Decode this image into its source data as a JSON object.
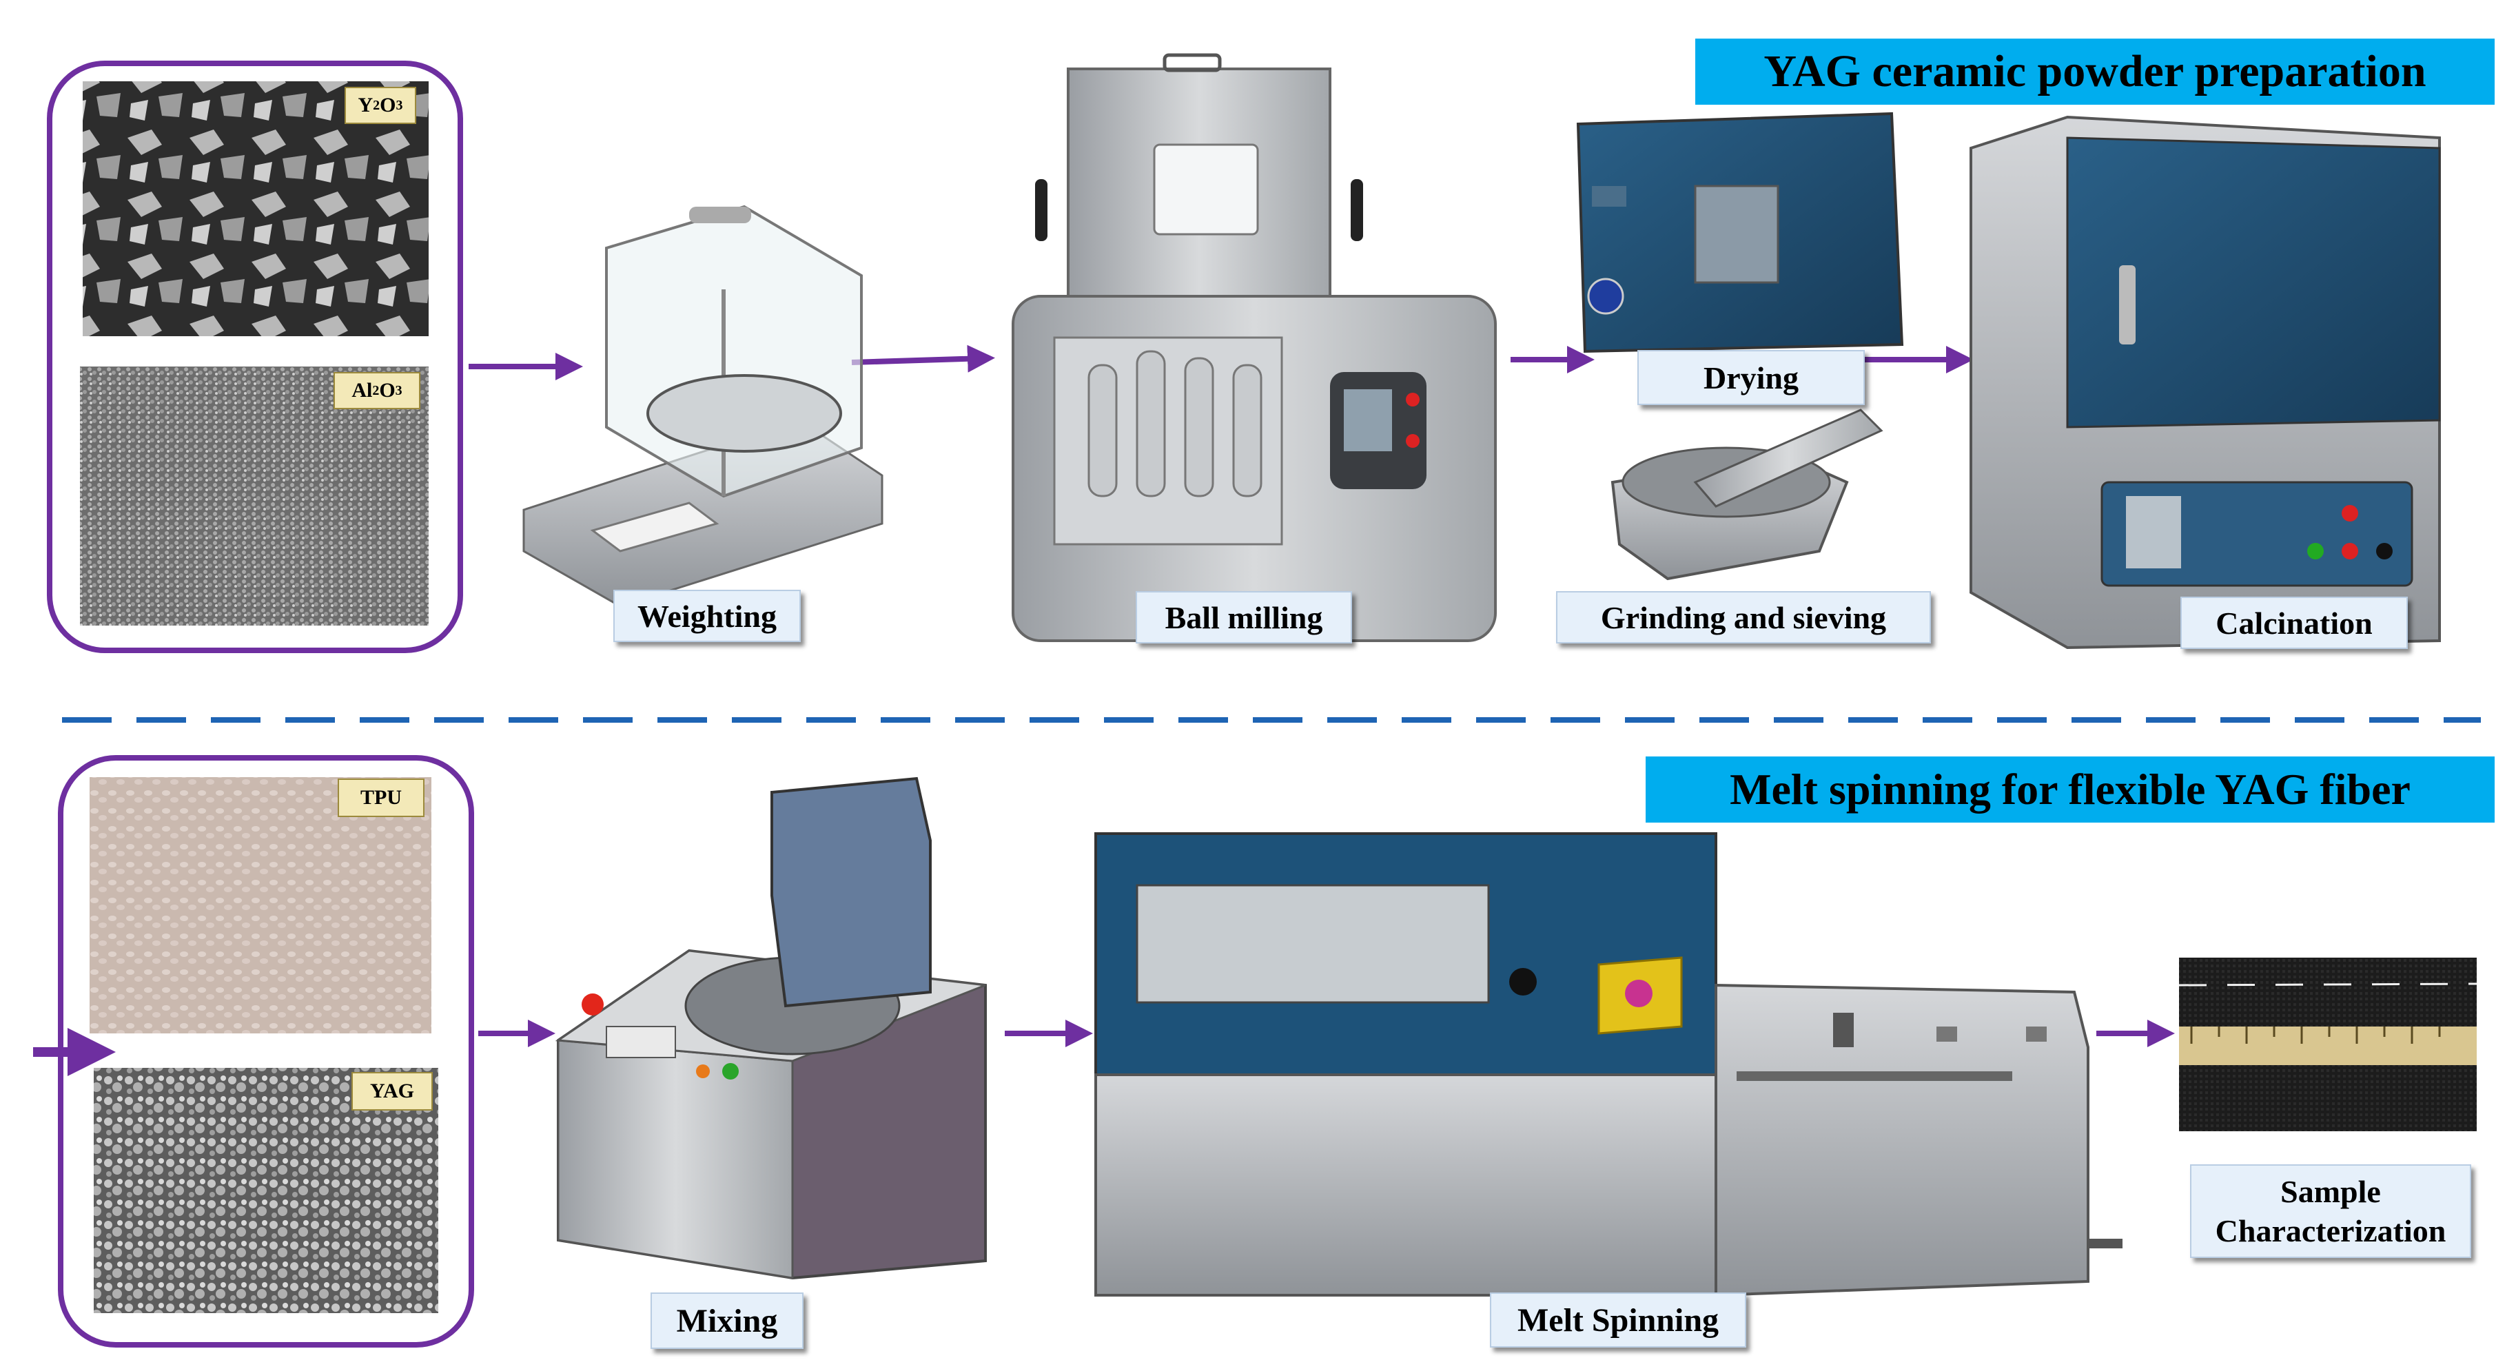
{
  "colors": {
    "accent_purple": "#6e2fa0",
    "banner_blue": "#00adee",
    "divider_blue": "#1e64b4",
    "machine_blue": "#1f4f73",
    "machine_gray": "#b9bcc0"
  },
  "section_titles": {
    "top": "YAG ceramic powder preparation",
    "bottom": "Melt spinning for flexible YAG fiber"
  },
  "raw_materials": {
    "top": [
      {
        "tag_main_1": "Y",
        "tag_sub_1": "2",
        "tag_main_2": "O",
        "tag_sub_2": "3",
        "image": "sem-micrograph-y2o3"
      },
      {
        "tag_main_1": "Al",
        "tag_sub_1": "2",
        "tag_main_2": "O",
        "tag_sub_2": "3",
        "image": "sem-micrograph-al2o3"
      }
    ],
    "bottom": [
      {
        "tag": "TPU",
        "image": "tpu-pellets-photo"
      },
      {
        "tag": "YAG",
        "image": "sem-micrograph-yag"
      }
    ]
  },
  "steps": {
    "weighting": "Weighting",
    "ball_milling": "Ball milling",
    "drying": "Drying",
    "grinding": "Grinding and sieving",
    "calcination": "Calcination",
    "mixing": "Mixing",
    "melt_spinning": "Melt Spinning",
    "sample_line1": "Sample",
    "sample_line2": "Characterization"
  },
  "equipment_icons": [
    "analytical-balance-icon",
    "ball-mill-icon",
    "drying-oven-icon",
    "mortar-pestle-icon",
    "muffle-furnace-icon",
    "mixer-icon",
    "melt-spinning-machine-icon",
    "fiber-sample-photo"
  ]
}
